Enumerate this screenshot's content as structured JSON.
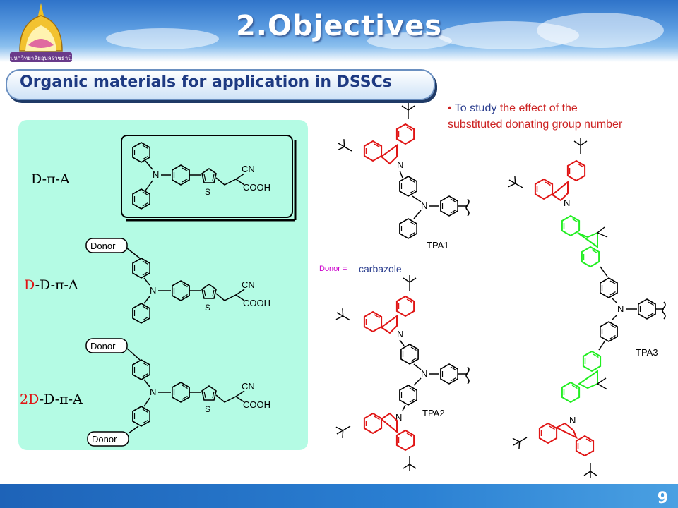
{
  "slide": {
    "title": "2.Objectives",
    "subtitle": "Organic materials for application in DSSCs",
    "page_number": "9",
    "logo_caption": "มหาวิทยาลัยอุบลราชธานี"
  },
  "bullet": {
    "prefix": "To study",
    "highlight": " the effect of the substituted donating group number"
  },
  "panel": {
    "rows": [
      {
        "label_red": "",
        "label_black": "D-π-A"
      },
      {
        "label_red": "D",
        "label_black": "-D-π-A"
      },
      {
        "label_red": "2D",
        "label_black": "-D-π-A"
      }
    ],
    "donor_box": "Donor",
    "atoms": {
      "n": "N",
      "s": "S",
      "cn": "CN",
      "cooh": "COOH"
    }
  },
  "molecules": {
    "tpa1": "TPA1",
    "tpa2": "TPA2",
    "tpa3": "TPA3",
    "donor_eq": "Donor =",
    "donor_name": "carbazole"
  },
  "colors": {
    "title_white": "#ffffff",
    "panel_green": "#b4fbe4",
    "carbazole_red": "#e01515",
    "fluorene_green": "#22ee22",
    "bullet_red": "#cc2222",
    "donor_label_magenta": "#cc00cc"
  }
}
